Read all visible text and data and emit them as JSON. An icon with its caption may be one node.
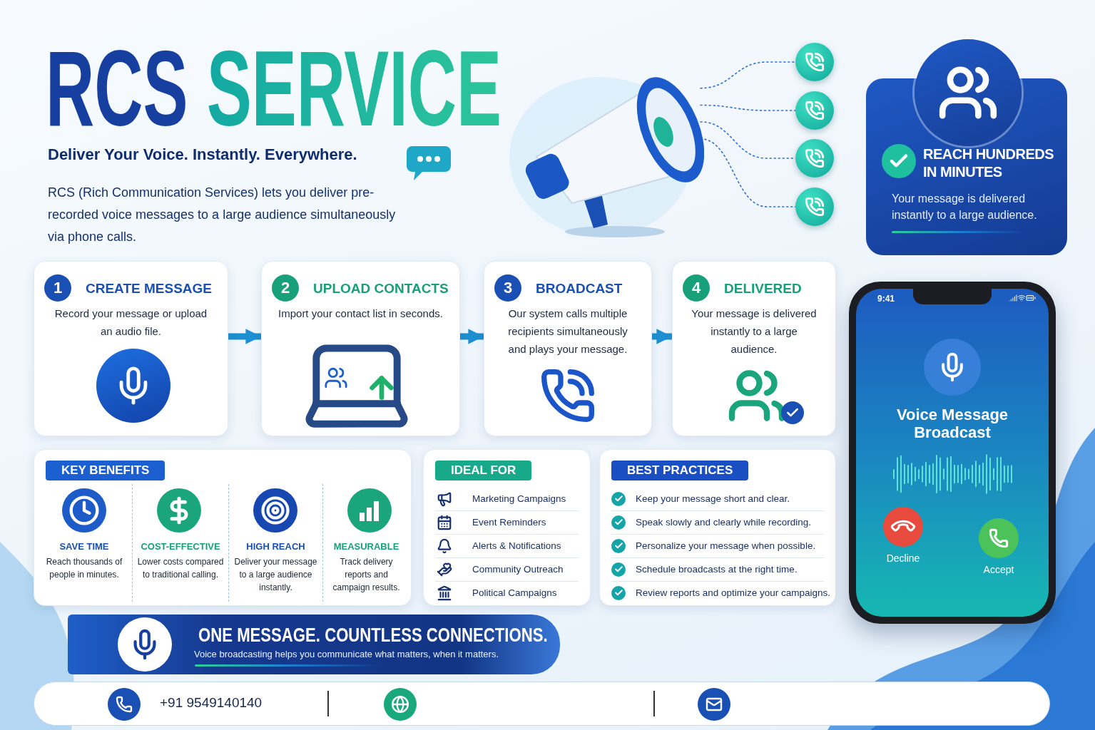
{
  "diagram": {
    "title": "RCS SERVICE",
    "nodes": [
      {
        "text": [],
        "shape": "picture"
      },
      {
        "text": [],
        "shape": "circle"
      },
      {
        "text": [],
        "shape": "circle"
      },
      {
        "text": [],
        "shape": "circle"
      },
      {
        "text": [],
        "shape": "circle"
      },
      {
        "text": [
          "1",
          "CREATE MESSAGE",
          "Record your message or upload an audio file."
        ]
      },
      {
        "text": [
          "2",
          "UPLOAD CONTACTS",
          "Import your contact list in seconds."
        ]
      },
      {
        "text": [
          "3",
          "BROADCAST",
          "Our system calls multiple recipients simultaneously and plays your message."
        ]
      },
      {
        "text": [
          "4",
          "DELIVERED",
          "Your message is delivered instantly to a large audience."
        ]
      },
      {
        "text": [
          "REACH HUNDREDS IN MINUTES",
          "Your message is delivered instantly to a large audience."
        ]
      },
      {
        "text": [
          "KEY BENEFITS"
        ]
      },
      {
        "text": [
          "SAVE TIME",
          "Reach thousands of people in minutes."
        ],
        "in": 10
      },
      {
        "text": [
          "COST-EFFECTIVE",
          "Lower costs compared to traditional calling."
        ],
        "in": 10
      },
      {
        "text": [
          "HIGH REACH",
          "Deliver your message to a large audience instantly."
        ],
        "in": 10
      },
      {
        "text": [
          "MEASURABLE",
          "Track delivery reports and campaign results."
        ],
        "in": 10
      },
      {
        "text": [
          "IDEAL FOR"
        ]
      },
      {
        "text": [
          "BEST PRACTICES"
        ]
      },
      {
        "text": [
          "ONE MESSAGE. COUNTLESS CONNECTIONS.",
          "Voice broadcasting helps you communicate what matters, when it matters."
        ]
      },
      {
        "text": [
          "+91 9549140140"
        ]
      }
    ],
    "edges": [
      {
        "from": 0,
        "to": 1,
        "arrow": "none",
        "style": "dashed"
      },
      {
        "from": 0,
        "to": 2,
        "arrow": "none",
        "style": "dashed"
      },
      {
        "from": 0,
        "to": 3,
        "arrow": "none",
        "style": "dashed"
      },
      {
        "from": 0,
        "to": 4,
        "arrow": "none",
        "style": "dashed"
      },
      {
        "from": 5,
        "to": 6,
        "arrow": "to",
        "style": "thick"
      },
      {
        "from": 6,
        "to": 7,
        "arrow": "to",
        "style": "thick"
      },
      {
        "from": 7,
        "to": 8,
        "arrow": "to",
        "style": "thick"
      }
    ],
    "labels": [
      "Deliver Your Voice. Instantly. Everywhere.",
      "RCS (Rich Communication Services) lets you deliver pre-recorded voice messages to a large audience simultaneously via phone calls.",
      "Marketing Campaigns",
      "Event Reminders",
      "Alerts & Notifications",
      "Community Outreach",
      "Political Campaigns",
      "Keep your message short and clear.",
      "Speak slowly and clearly while recording.",
      "Personalize your message when possible.",
      "Schedule broadcasts at the right time.",
      "Review reports and optimize your campaigns.",
      "9:41",
      "Voice Message Broadcast",
      "Decline",
      "Accept"
    ]
  }
}
